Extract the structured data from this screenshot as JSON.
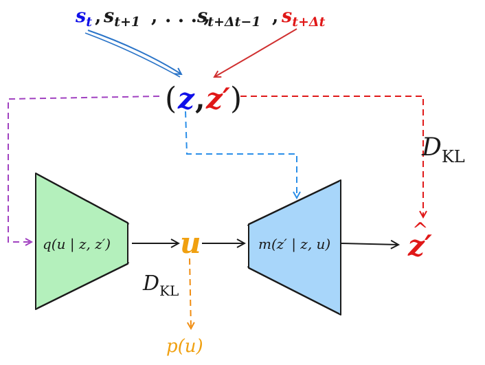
{
  "colors": {
    "blue": "#1010e8",
    "red": "#e01818",
    "arrow_blue": "#2a74c8",
    "arrow_red": "#d03030",
    "purple": "#a040c0",
    "dash_red": "#e01818",
    "dash_blue": "#2a8ee8",
    "orange": "#f0a010",
    "dash_orange": "#f08c10",
    "green_fill": "#b4f0bc",
    "blue_fill": "#a8d6fa",
    "ink": "#1a1a1a"
  },
  "sequence": {
    "s_t_base": "s",
    "s_t_sub": "t",
    "s_t1_base": "s",
    "s_t1_sub": "t+1",
    "comma1": ",",
    "comma2": ",",
    "ellipsis": ". . . ,",
    "s_tdm1_base": "s",
    "s_tdm1_sub": "t+Δt−1",
    "comma3": ",",
    "s_td_base": "s",
    "s_td_sub": "t+Δt"
  },
  "latent_pair": {
    "open_paren": "(",
    "z": "z",
    "comma": ",",
    "z_prime": "z′",
    "close_paren": ")"
  },
  "encoder_q": {
    "label": "q(u | z, z′)"
  },
  "model_m": {
    "label": "m(z′ | z, u)"
  },
  "u_node": {
    "label": "u"
  },
  "prior": {
    "label": "p(u)"
  },
  "kl_top": {
    "base": "D",
    "sub": "KL"
  },
  "kl_bottom": {
    "base": "D",
    "sub": "KL"
  },
  "prediction": {
    "label": "z′",
    "hat": "^"
  }
}
